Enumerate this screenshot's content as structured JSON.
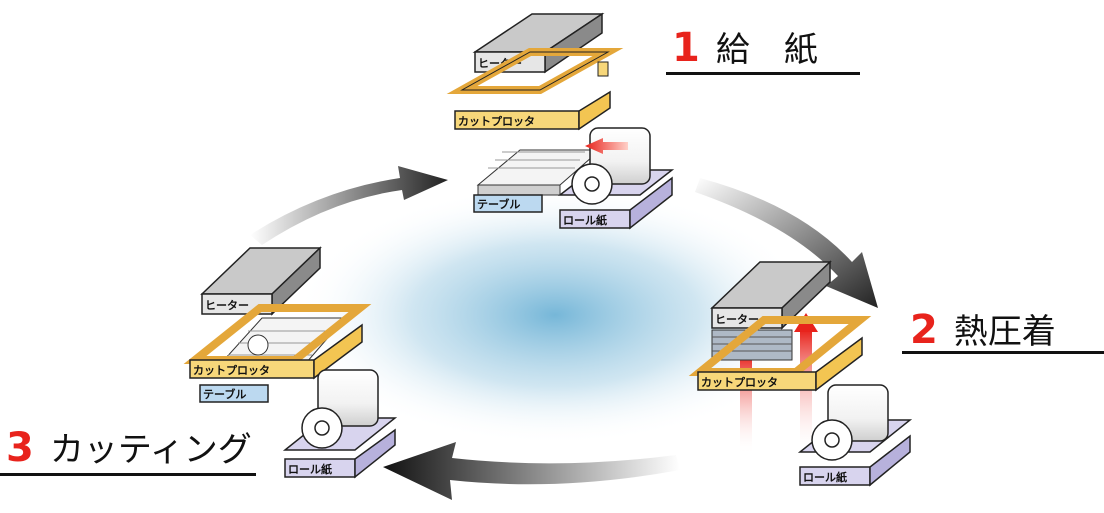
{
  "steps": [
    {
      "number": "1",
      "title": "給　紙"
    },
    {
      "number": "2",
      "title": "熱圧着"
    },
    {
      "number": "3",
      "title": "カッティング"
    }
  ],
  "labels": {
    "heater": "ヒーター",
    "cutter": "カットプロッタ",
    "table": "テーブル",
    "roll_paper": "ロール紙"
  },
  "colors": {
    "accent_red": "#e8231c",
    "heater_fill": "#d9d9d9",
    "cutter_fill": "#f7d77a",
    "table_fill": "#bcd9f0",
    "roll_base_fill": "#d8d4ee",
    "center_glow": "#6fb3d6"
  }
}
